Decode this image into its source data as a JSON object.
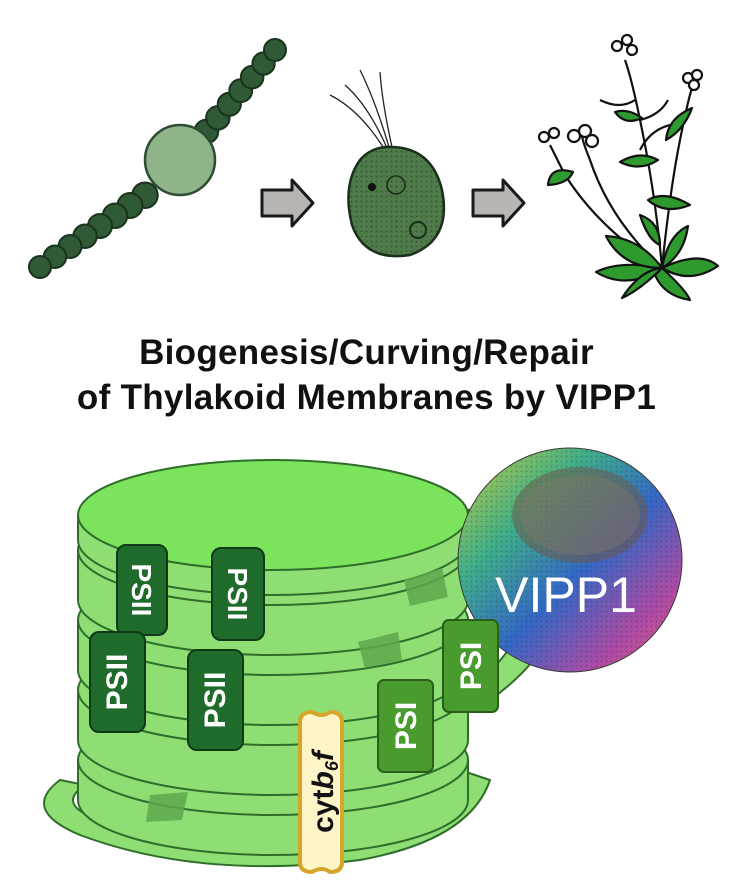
{
  "title": {
    "line1": "Biogenesis/Curving/Repair",
    "line2": "of Thylakoid Membranes by VIPP1"
  },
  "organisms": [
    {
      "name": "cyanobacterium-icon"
    },
    {
      "name": "green-alga-icon"
    },
    {
      "name": "plant-icon"
    }
  ],
  "complexes": {
    "psii_label": "PSII",
    "psi_label": "PSI",
    "cyt_label": "cytb6f",
    "cyt_parts": {
      "main": "cyt",
      "b": "b",
      "sub": "6",
      "f": "f"
    },
    "vipp1_label": "VIPP1"
  },
  "colors": {
    "membrane": "#8fde74",
    "membrane_top": "#7be35c",
    "psii": "#1f6b2c",
    "psi": "#4a9b2e",
    "cyt_fill": "#fdf4c8",
    "cyt_stroke": "#d6a52a",
    "cyano": "#2f5a35",
    "alga": "#4f7a4a",
    "leaf": "#2e9a2e"
  }
}
